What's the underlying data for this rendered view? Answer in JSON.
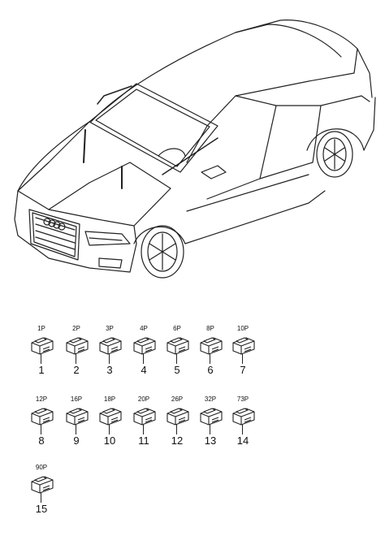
{
  "diagram": {
    "vehicle_image": "sedan-line-drawing",
    "connectors": [
      {
        "pin": "1P",
        "number": "1"
      },
      {
        "pin": "2P",
        "number": "2"
      },
      {
        "pin": "3P",
        "number": "3"
      },
      {
        "pin": "4P",
        "number": "4"
      },
      {
        "pin": "6P",
        "number": "5"
      },
      {
        "pin": "8P",
        "number": "6"
      },
      {
        "pin": "10P",
        "number": "7"
      },
      {
        "pin": "12P",
        "number": "8"
      },
      {
        "pin": "16P",
        "number": "9"
      },
      {
        "pin": "18P",
        "number": "10"
      },
      {
        "pin": "20P",
        "number": "11"
      },
      {
        "pin": "26P",
        "number": "12"
      },
      {
        "pin": "32P",
        "number": "13"
      },
      {
        "pin": "73P",
        "number": "14"
      },
      {
        "pin": "90P",
        "number": "15"
      }
    ]
  }
}
